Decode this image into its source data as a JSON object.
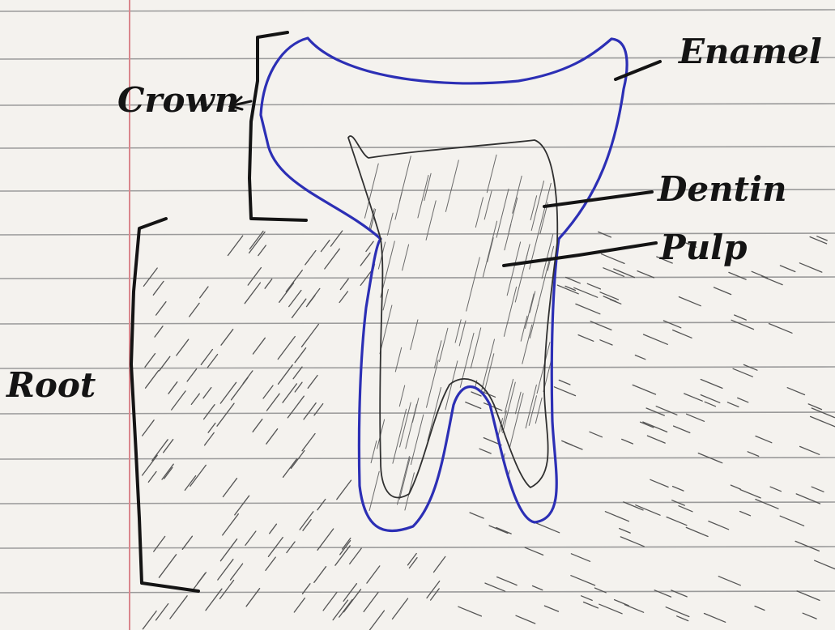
{
  "labels": {
    "crown": "Crown",
    "root": "Root",
    "enamel": "Enamel",
    "dentin": "Dentin",
    "pulp": "Pulp"
  },
  "colors": {
    "paper": "#f4f2ee",
    "rule_line": "#9a9a9a",
    "margin_line": "#d9868c",
    "enamel_outline": "#2c2fb5",
    "pencil": "#303030",
    "ink": "#141414"
  }
}
